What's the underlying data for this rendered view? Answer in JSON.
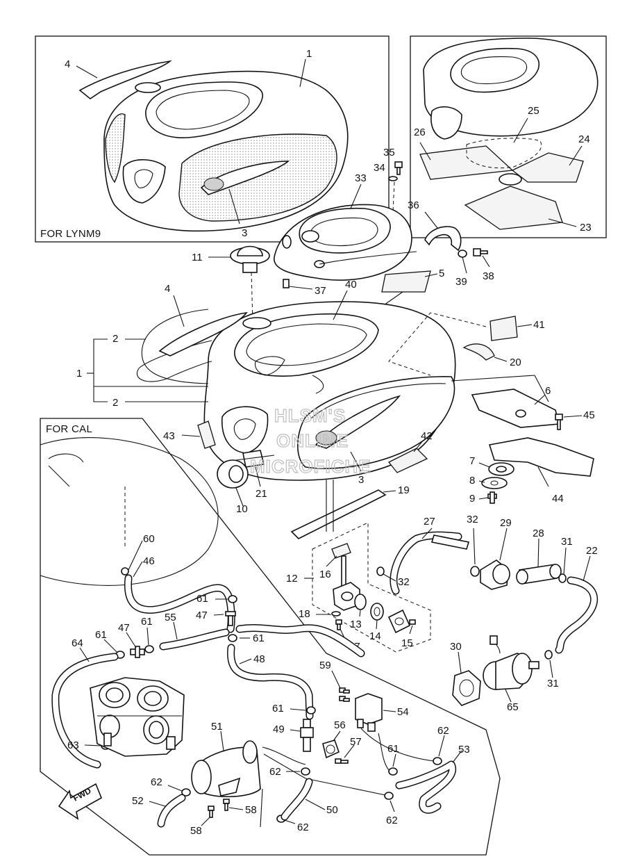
{
  "boxes": {
    "lynm9_label": "FOR LYNM9",
    "cal_label": "FOR CAL"
  },
  "watermark": [
    "HLSM'S",
    "ONLINE",
    "MICROFICHE"
  ],
  "fwd_label": "FWD",
  "callouts": {
    "c1a": "1",
    "c1b": "1",
    "c2a": "2",
    "c2b": "2",
    "c3a": "3",
    "c3b": "3",
    "c4a": "4",
    "c4b": "4",
    "c5": "5",
    "c6": "6",
    "c7": "7",
    "c8": "8",
    "c9": "9",
    "c10": "10",
    "c11": "11",
    "c12": "12",
    "c13": "13",
    "c14": "14",
    "c15": "15",
    "c16": "16",
    "c17": "17",
    "c18": "18",
    "c19": "19",
    "c20": "20",
    "c21": "21",
    "c22": "22",
    "c23": "23",
    "c24": "24",
    "c25": "25",
    "c26": "26",
    "c27": "27",
    "c28": "28",
    "c29": "29",
    "c30": "30",
    "c31a": "31",
    "c31b": "31",
    "c32a": "32",
    "c32b": "32",
    "c33": "33",
    "c34": "34",
    "c35": "35",
    "c36": "36",
    "c37": "37",
    "c38": "38",
    "c39": "39",
    "c40": "40",
    "c41": "41",
    "c42": "42",
    "c43": "43",
    "c44": "44",
    "c45": "45",
    "c46": "46",
    "c47a": "47",
    "c47b": "47",
    "c48": "48",
    "c49": "49",
    "c50": "50",
    "c51": "51",
    "c52": "52",
    "c53": "53",
    "c54": "54",
    "c55": "55",
    "c56": "56",
    "c57": "57",
    "c58a": "58",
    "c58b": "58",
    "c59": "59",
    "c60": "60",
    "c61a": "61",
    "c61b": "61",
    "c61c": "61",
    "c61d": "61",
    "c61e": "61",
    "c61f": "61",
    "c62a": "62",
    "c62b": "62",
    "c62c": "62",
    "c62d": "62",
    "c62e": "62",
    "c63": "63",
    "c64": "64",
    "c65": "65"
  }
}
